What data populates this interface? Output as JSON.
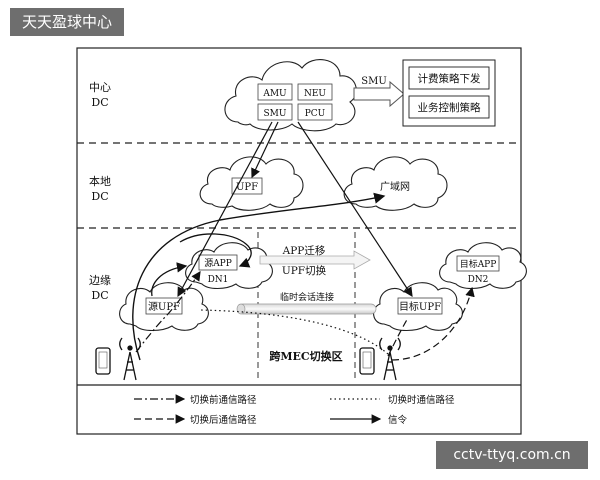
{
  "watermark": {
    "top": "天天盈球中心",
    "bottom": "cctv-ttyq.com.cn"
  },
  "zones": {
    "center": "中心",
    "center_dc": "DC",
    "local": "本地",
    "local_dc": "DC",
    "edge": "边缘",
    "edge_dc": "DC"
  },
  "center_cloud": {
    "amu": "AMU",
    "neu": "NEU",
    "smu": "SMU",
    "pcu": "PCU"
  },
  "smu_arrow_label": "SMU",
  "policy_boxes": {
    "billing": "计费策略下发",
    "control": "业务控制策略"
  },
  "local_cloud": {
    "upf": "UPF",
    "wan": "广域网"
  },
  "edge_left": {
    "app": "源APP",
    "dn": "DN1",
    "upf": "源UPF"
  },
  "edge_right": {
    "app": "目标APP",
    "dn": "DN2",
    "upf": "目标UPF"
  },
  "migration": {
    "line1": "APP迁移",
    "line2": "UPF切换"
  },
  "temp_session": "临时会话连接",
  "handover_zone": "跨MEC切换区",
  "legend": {
    "before": "切换前通信路径",
    "during": "切换时通信路径",
    "after": "切换后通信路径",
    "signaling": "信令"
  }
}
